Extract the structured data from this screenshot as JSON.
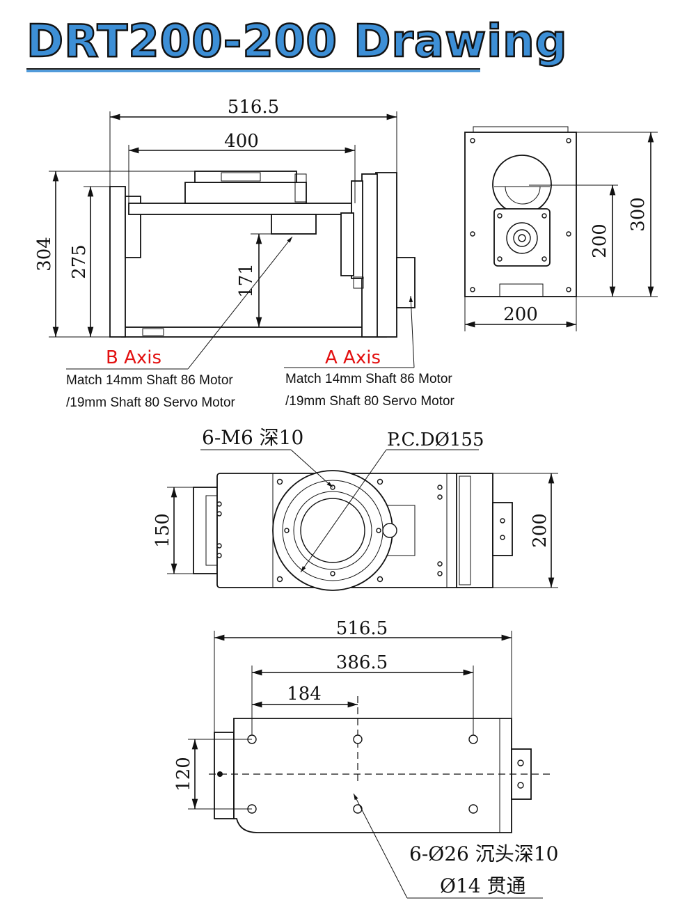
{
  "title": "DRT200-200 Drawing",
  "colors": {
    "title_fill": "#3d8fd6",
    "axis_label": "#e31010",
    "line": "#111111"
  },
  "front_view": {
    "dim_overall_width": "516.5",
    "dim_platter_width": "400",
    "dim_overall_height": "304",
    "dim_frame_height": "275",
    "dim_center_height": "171"
  },
  "side_view": {
    "dim_width": "200",
    "dim_height": "300",
    "dim_inner_height": "200"
  },
  "axis_notes": {
    "b_axis": {
      "label": "B Axis",
      "line1": "Match 14mm Shaft 86 Motor",
      "line2": "/19mm Shaft 80 Servo Motor"
    },
    "a_axis": {
      "label": "A Axis",
      "line1": "Match 14mm Shaft 86 Motor",
      "line2": "/19mm Shaft 80 Servo Motor"
    }
  },
  "top_view": {
    "note_thread": "6-M6 深10",
    "note_pcd": "P.C.DØ155",
    "dim_left_height": "150",
    "dim_right_height": "200"
  },
  "bottom_view": {
    "dim_overall_width": "516.5",
    "dim_hole_span": "386.5",
    "dim_hole_offset": "184",
    "dim_hole_pitch": "120",
    "note_holes_line1": "6-Ø26 沉头深10",
    "note_holes_line2": "Ø14 贯通"
  }
}
